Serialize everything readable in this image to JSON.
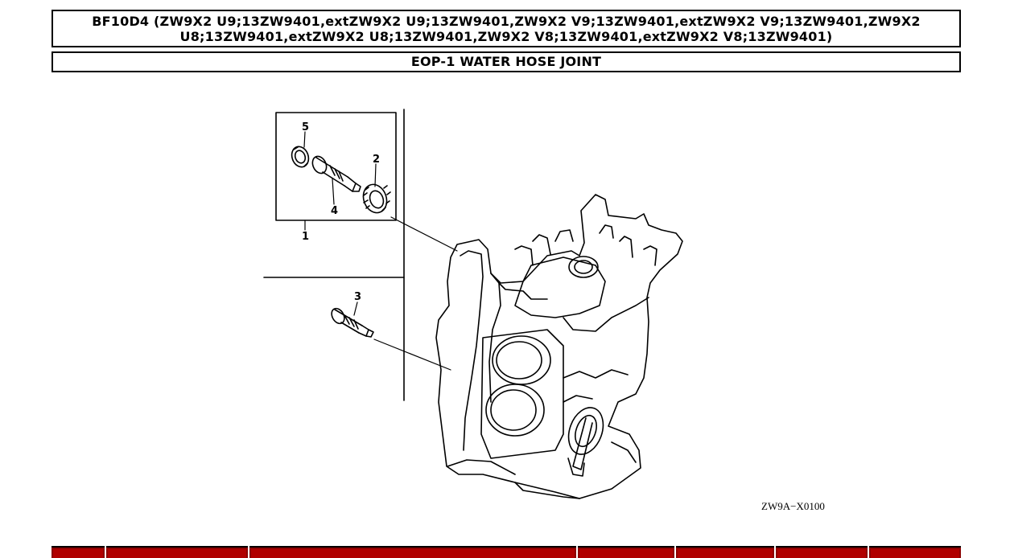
{
  "header": {
    "model": "BF10D4 (ZW9X2 U9;13ZW9401,extZW9X2 U9;13ZW9401,ZW9X2 V9;13ZW9401,extZW9X2 V9;13ZW9401,ZW9X2 U8;13ZW9401,extZW9X2 U8;13ZW9401,ZW9X2 V8;13ZW9401,extZW9X2 V8;13ZW9401)",
    "section_title": "EOP-1 WATER HOSE JOINT"
  },
  "diagram": {
    "callouts": [
      "5",
      "2",
      "4",
      "1",
      "3"
    ],
    "drawing_code": "ZW9A−X0100"
  },
  "colors": {
    "line": "#000000",
    "tab_bar": "#b00000"
  }
}
